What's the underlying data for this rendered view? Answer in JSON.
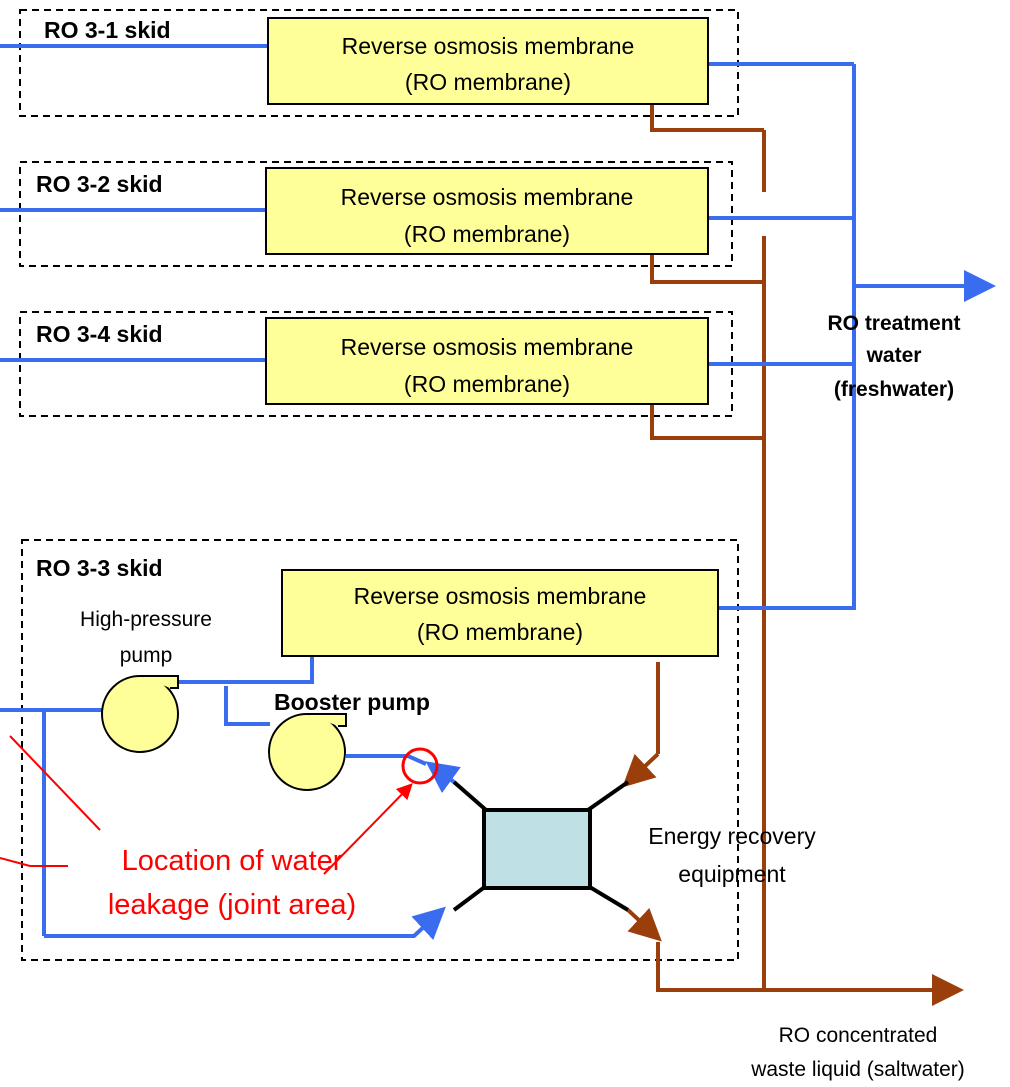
{
  "skids": [
    {
      "id": "3-1",
      "label": "RO 3-1 skid",
      "membrane_line1": "Reverse osmosis membrane",
      "membrane_line2": "(RO membrane)"
    },
    {
      "id": "3-2",
      "label": "RO 3-2 skid",
      "membrane_line1": "Reverse osmosis membrane",
      "membrane_line2": "(RO membrane)"
    },
    {
      "id": "3-4",
      "label": "RO 3-4 skid",
      "membrane_line1": "Reverse osmosis membrane",
      "membrane_line2": "(RO membrane)"
    },
    {
      "id": "3-3",
      "label": "RO 3-3 skid",
      "membrane_line1": "Reverse osmosis membrane",
      "membrane_line2": "(RO membrane)"
    }
  ],
  "hp_pump": {
    "line1": "High-pressure",
    "line2": "pump"
  },
  "booster_pump": {
    "label": "Booster pump"
  },
  "energy_recovery": {
    "line1": "Energy recovery",
    "line2": "equipment"
  },
  "leak": {
    "line1": "Location of water",
    "line2": "leakage (joint area)"
  },
  "outputs": {
    "treatment": {
      "line1": "RO treatment",
      "line2": "water",
      "line3": "(freshwater)"
    },
    "waste": {
      "line1": "RO concentrated",
      "line2": "waste liquid (saltwater)"
    }
  },
  "colors": {
    "water": "#3a6cf0",
    "waste": "#9a3f0c",
    "membrane": "#ffff99",
    "erd": "#bfe0e4",
    "leak": "#ff0000"
  }
}
